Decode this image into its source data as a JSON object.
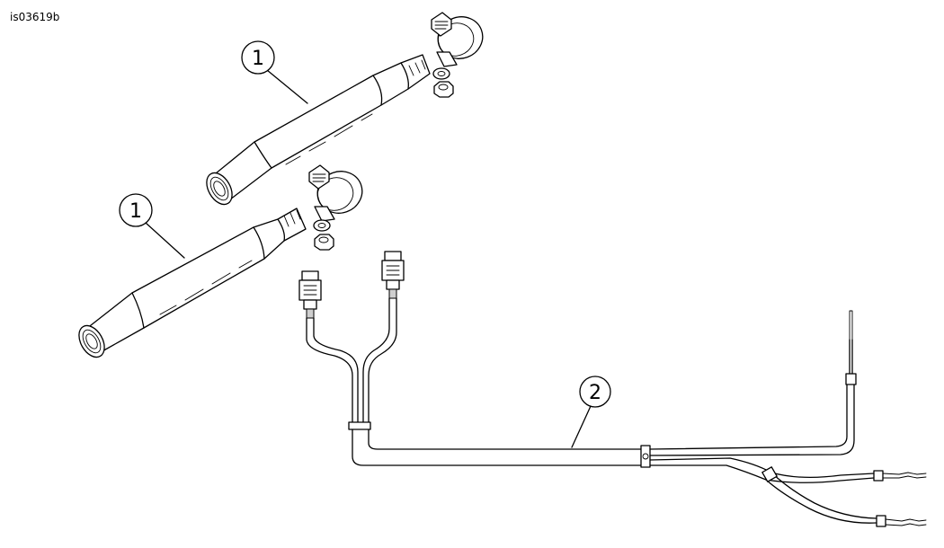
{
  "figure_id": "is03619b",
  "callouts": {
    "muffler_upper": "1",
    "muffler_lower": "1",
    "harness": "2"
  }
}
